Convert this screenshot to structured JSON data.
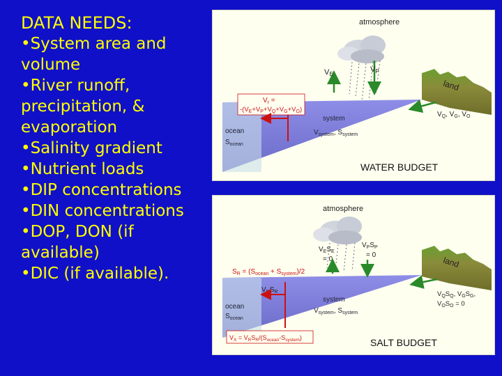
{
  "left_list": {
    "title": "DATA NEEDS:",
    "items": [
      "•System area and volume",
      "•River runoff, precipitation, & evaporation",
      "•Salinity gradient",
      "•Nutrient loads",
      "•DIP concentrations",
      "•DIN concentrations",
      "•DOP, DON (if available)",
      "•DIC (if available)."
    ]
  },
  "water_budget": {
    "atmosphere": "atmosphere",
    "ve": "V",
    "ve_sub": "E",
    "vp": "V",
    "vp_sub": "P",
    "land": "land",
    "vr_line1": "V",
    "vr_sub": "r",
    "vr_eq": " =",
    "vr_line2": "-(V",
    "vr_line2b": "+V",
    "vr_line2c": "+V",
    "vr_line2d": "+V",
    "vr_line2e": "+V",
    "vr_line2f": ")",
    "subs": [
      "E",
      "P",
      "Q",
      "G",
      "O"
    ],
    "vq": "V",
    "vq_list": ", V",
    "vq_subs": [
      "Q",
      "G",
      "O"
    ],
    "system": "system",
    "vsys": "V",
    "vsys_sub": "system",
    "ssys": ", S",
    "ssys_sub": "system",
    "ocean": "ocean",
    "socean": "S",
    "socean_sub": "ocean",
    "caption": "WATER BUDGET"
  },
  "salt_budget": {
    "atmosphere": "atmosphere",
    "vese_top": "V",
    "vese_sub": "E",
    "vese_s": "S",
    "vese_s_sub": "E",
    "vese_eq": "= 0",
    "vpsp_top": "V",
    "vpsp_sub": "P",
    "vpsp_s": "S",
    "vpsp_s_sub": "P",
    "vpsp_eq": "= 0",
    "land": "land",
    "sr_eq": "S",
    "sr_sub": "R",
    "sr_rhs": " = (S",
    "sr_rhs_sub1": "ocean",
    "sr_rhs2": " + S",
    "sr_rhs_sub2": "system",
    "sr_rhs3": ")/2",
    "vrsr": "V",
    "vrsr_sub": "R",
    "vrsr_s": "S",
    "vrsr_s_sub": "R",
    "vq_line1": "V",
    "vq_line1_parts": [
      "QS",
      "Q",
      ", V",
      "G",
      "S",
      "G",
      ","
    ],
    "vq_line2": "V",
    "vq_line2_parts": [
      "O",
      "S",
      "O",
      " = 0"
    ],
    "system": "system",
    "vsys": "V",
    "vsys_sub": "system",
    "ssys": ", S",
    "ssys_sub": "system",
    "ocean": "ocean",
    "socean": "S",
    "socean_sub": "ocean",
    "vx_text": "V",
    "vx_sub": "X",
    "vx_rhs": " = V",
    "vx_rhs_sub": "R",
    "vx_rhs2": "S",
    "vx_rhs_sub2": "R",
    "vx_rhs3": "/(S",
    "vx_rhs_sub3": "ocean",
    "vx_rhs4": "-S",
    "vx_rhs_sub4": "system",
    "vx_rhs5": ")",
    "caption": "SALT BUDGET"
  },
  "colors": {
    "background": "#1010c8",
    "text_left": "#ffff00",
    "panel_bg": "#fffff0",
    "water_wedge": "#7a7ad8",
    "land": "#8a8a3a",
    "land_grass": "#5c9a2c",
    "arrow_green": "#2a8a2a",
    "arrow_red": "#cc1010",
    "label_red": "#cc1010",
    "cloud": "#d0d4dc"
  }
}
